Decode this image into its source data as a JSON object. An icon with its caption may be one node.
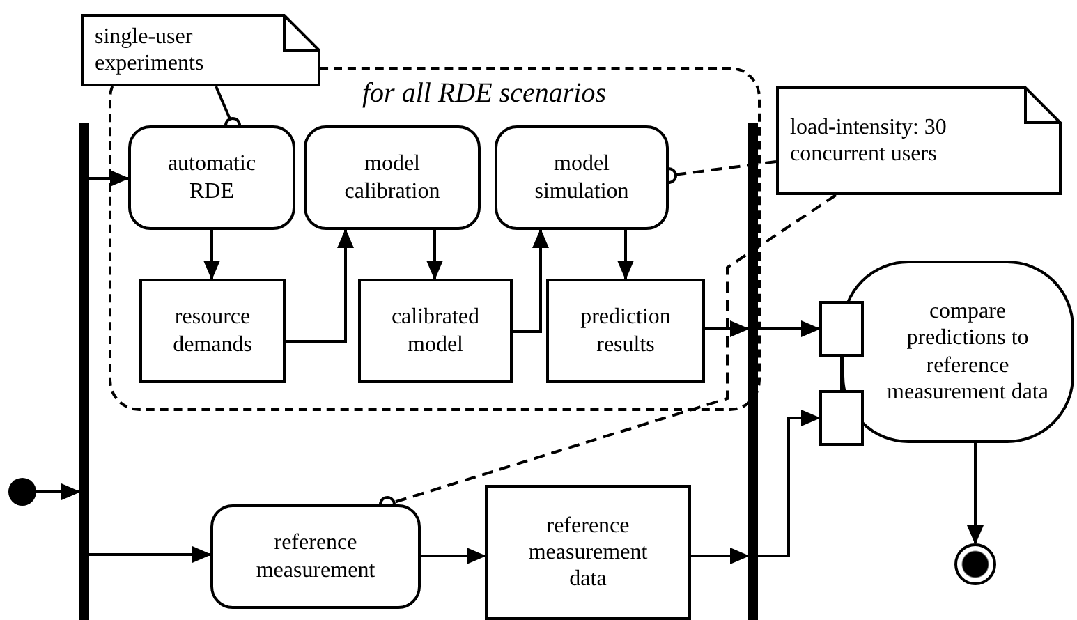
{
  "diagram": {
    "nodes": [
      {
        "text": [],
        "shape": "circle"
      },
      {
        "text": [],
        "shape": "bar"
      },
      {
        "text": [
          "single-user experiments"
        ]
      },
      {
        "text": [
          "for all RDE scenarios"
        ]
      },
      {
        "text": [
          "automatic RDE"
        ],
        "in": 3
      },
      {
        "text": [
          "model calibration"
        ],
        "in": 3
      },
      {
        "text": [
          "model simulation"
        ],
        "in": 3
      },
      {
        "text": [
          "resource demands"
        ],
        "in": 3
      },
      {
        "text": [
          "calibrated model"
        ],
        "in": 3
      },
      {
        "text": [
          "prediction results"
        ],
        "in": 3
      },
      {
        "text": [
          "load-intensity: 30 concurrent users"
        ]
      },
      {
        "text": [],
        "shape": "bar"
      },
      {
        "text": [
          "compare predictions to reference measurement data"
        ]
      },
      {
        "text": [],
        "shape": "box"
      },
      {
        "text": [],
        "shape": "box"
      },
      {
        "text": [
          "reference measurement"
        ]
      },
      {
        "text": [
          "reference measurement data"
        ]
      },
      {
        "text": [],
        "shape": "circle"
      }
    ],
    "edges": [
      {
        "from": 0,
        "to": 1,
        "arrow": "to"
      },
      {
        "from": 1,
        "to": 4,
        "arrow": "to"
      },
      {
        "from": 1,
        "to": 15,
        "arrow": "to"
      },
      {
        "from": 4,
        "to": 7,
        "arrow": "to"
      },
      {
        "from": 7,
        "to": 5,
        "arrow": "to"
      },
      {
        "from": 5,
        "to": 8,
        "arrow": "to"
      },
      {
        "from": 8,
        "to": 6,
        "arrow": "to"
      },
      {
        "from": 6,
        "to": 9,
        "arrow": "to"
      },
      {
        "from": 9,
        "to": 11,
        "arrow": "to"
      },
      {
        "from": 15,
        "to": 16,
        "arrow": "to"
      },
      {
        "from": 16,
        "to": 11,
        "arrow": "to"
      },
      {
        "from": 11,
        "to": 13,
        "arrow": "to"
      },
      {
        "from": 11,
        "to": 14,
        "arrow": "to"
      },
      {
        "from": 13,
        "to": 14,
        "arrow": "none"
      },
      {
        "from": 12,
        "to": 17,
        "arrow": "to"
      },
      {
        "from": 2,
        "to": 4,
        "arrow": "other"
      },
      {
        "from": 10,
        "to": 6,
        "arrow": "other",
        "style": "dashed"
      },
      {
        "from": 10,
        "to": 15,
        "arrow": "other",
        "style": "dashed"
      }
    ]
  }
}
